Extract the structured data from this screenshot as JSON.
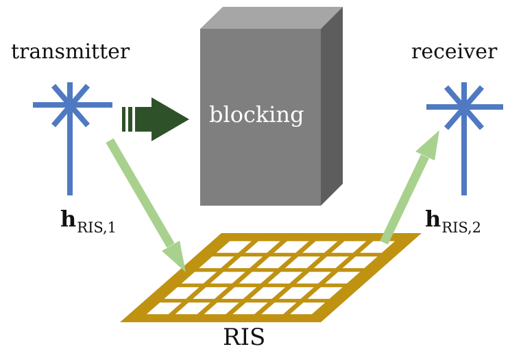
{
  "labels": {
    "transmitter": "transmitter",
    "receiver": "receiver",
    "blocking": "blocking",
    "ris": "RIS",
    "channel_1_symbol": "h",
    "channel_1_subscript": "RIS,1",
    "channel_2_symbol": "h",
    "channel_2_subscript": "RIS,2"
  },
  "ris_grid": {
    "rows": 5,
    "cols": 6
  },
  "colors": {
    "antenna": "#4f79c1",
    "blocked_arrow": "#2f5129",
    "ris_arrow": "#a8d18d",
    "ris_frame": "#bf9212",
    "ris_cell": "#ffffff",
    "block_front": "#7f7f7f",
    "block_top": "#a6a6a6",
    "block_side": "#5d5d5d"
  }
}
